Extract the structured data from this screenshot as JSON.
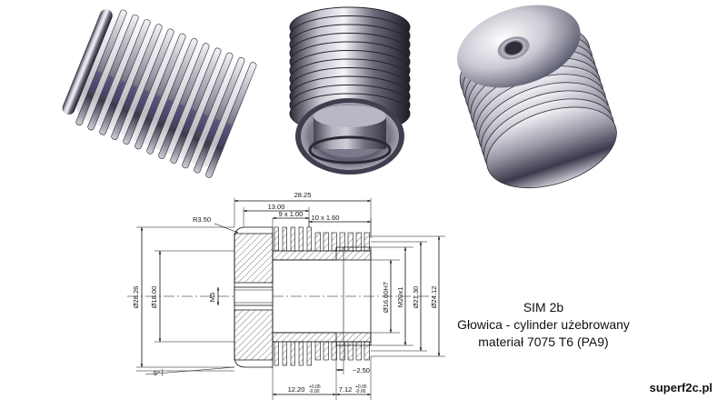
{
  "title_block": {
    "line1": "SIM 2b",
    "line2": "Głowica - cylinder użebrowany",
    "line3": "materiał 7075 T6 (PA9)"
  },
  "brand": "superf2c.pl",
  "views": {
    "view_left": "render-side-fins",
    "view_center": "render-bore",
    "view_right": "render-threaded-top"
  },
  "dimensions": {
    "overall_length": "28.25",
    "fins_span": "13.00",
    "small_fins": "9 x 1.00",
    "large_fins": "10 x 1.60",
    "radius": "R3.50",
    "dia_outer_left": "Ø28.26",
    "dia_inner_left": "Ø18.00",
    "thread_hole": "M5",
    "bore_dia": "Ø16.00H7",
    "thread_bore": "M20x1",
    "dia_21": "Ø21.30",
    "dia_24": "Ø24.12",
    "chamfer": "5°",
    "undercut": "~2.50",
    "depth_1": "12.20",
    "depth_1_tol_plus": "+0.05",
    "depth_1_tol_minus": "-0.00",
    "depth_2": "7.12",
    "depth_2_tol_plus": "+0.05",
    "depth_2_tol_minus": "-0.00"
  },
  "colors": {
    "metal_dark": "#3a3a4a",
    "metal_light": "#e8e8ee",
    "line": "#111111",
    "hatch": "#444444"
  }
}
